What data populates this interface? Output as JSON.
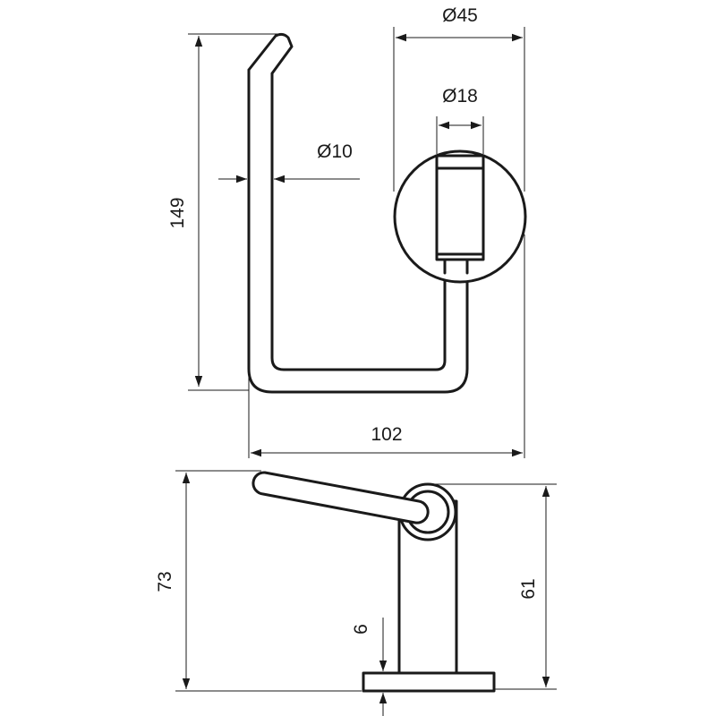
{
  "dimensions": {
    "head_diameter": "Ø45",
    "post_diameter": "Ø18",
    "rod_diameter": "Ø10",
    "height_front": "149",
    "width_front": "102",
    "height_side_total": "73",
    "height_side_post": "61",
    "base_thickness": "6"
  },
  "colors": {
    "line": "#1a1a1a",
    "background": "#ffffff"
  }
}
